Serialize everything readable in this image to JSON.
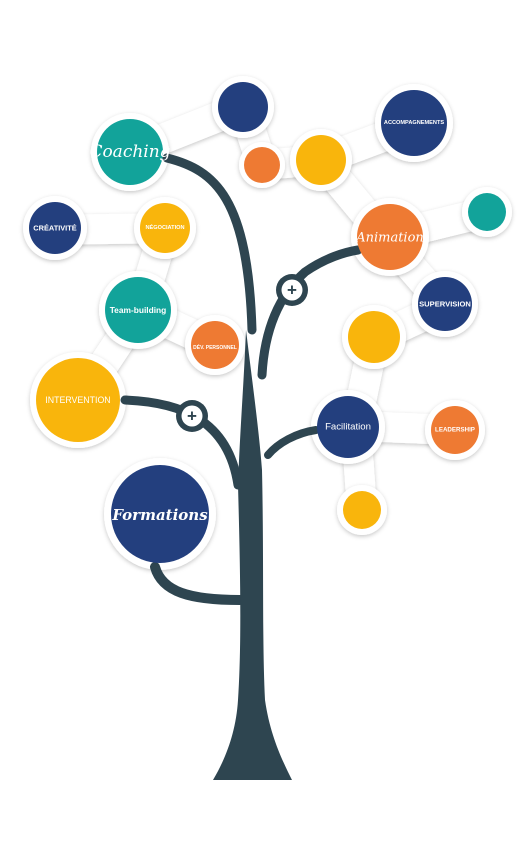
{
  "colors": {
    "trunk": "#2e4550",
    "navy": "#233f7e",
    "teal": "#12a39a",
    "orange": "#ee7a33",
    "yellow": "#f9b50c",
    "halo": "#ffffff",
    "connector": "#e6e9ec"
  },
  "nodes": {
    "coaching": "Coaching",
    "accompagnements": "ACCOMPAGNEMENTS",
    "creativite": "CRÉATIVITÉ",
    "negociation": "NÉGOCIATION",
    "animation": "Animation",
    "team_building": "Team-building",
    "supervision": "SUPERVISION",
    "dev_personnel": "DÉV. PERSONNEL",
    "intervention": "INTERVENTION",
    "facilitation": "Facilitation",
    "leadership": "LEADERSHIP",
    "formations": "Formations"
  },
  "expand_symbol": "+"
}
